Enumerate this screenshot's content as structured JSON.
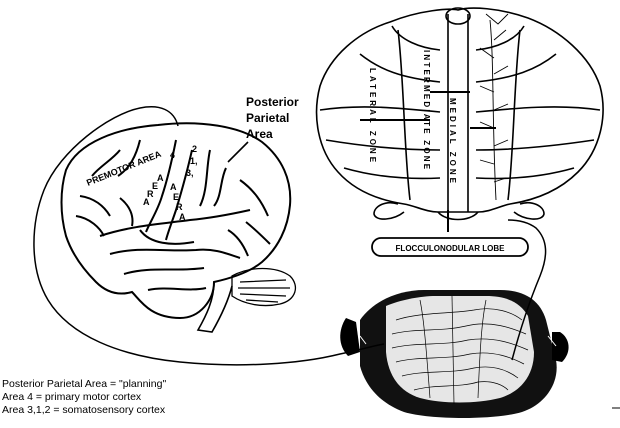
{
  "labels": {
    "posterior_parietal": [
      "Posterior",
      "Parietal",
      "Area"
    ],
    "premotor_area": "PREMOTOR AREA",
    "area_letters": [
      "A",
      "R",
      "E",
      "A",
      "A",
      "E",
      "R",
      "A"
    ],
    "area_numbers": [
      "4",
      "2",
      "3,",
      "1,"
    ],
    "lateral_zone": "LATERAL ZONE",
    "intermediate_zone": "INTERMEDIATE ZONE",
    "medial_zone": "MEDIAL ZONE",
    "flocculonodular_lobe": "FLOCCULONODULAR LOBE"
  },
  "legend": [
    "Posterior Parietal Area = \"planning\"",
    "Area 4 = primary motor cortex",
    "Area 3,1,2 = somatosensory cortex"
  ]
}
